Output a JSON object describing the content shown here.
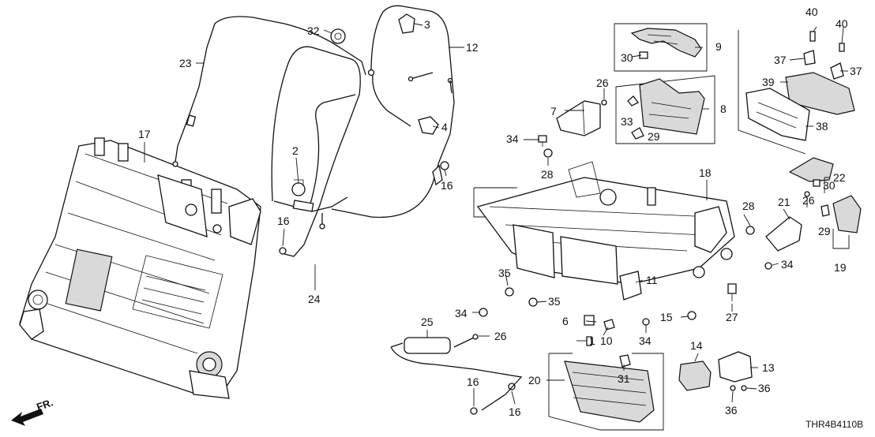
{
  "diagram": {
    "drawing_code": "THR4B4110B",
    "direction_label": "FR.",
    "callouts": [
      {
        "id": "c1",
        "text": "1"
      },
      {
        "id": "c2",
        "text": "2"
      },
      {
        "id": "c3",
        "text": "3"
      },
      {
        "id": "c4",
        "text": "4"
      },
      {
        "id": "c6",
        "text": "6"
      },
      {
        "id": "c7",
        "text": "7"
      },
      {
        "id": "c8",
        "text": "8"
      },
      {
        "id": "c9",
        "text": "9"
      },
      {
        "id": "c10",
        "text": "10"
      },
      {
        "id": "c11",
        "text": "11"
      },
      {
        "id": "c12",
        "text": "12"
      },
      {
        "id": "c13",
        "text": "13"
      },
      {
        "id": "c14",
        "text": "14"
      },
      {
        "id": "c15",
        "text": "15"
      },
      {
        "id": "c16a",
        "text": "16"
      },
      {
        "id": "c16b",
        "text": "16"
      },
      {
        "id": "c16c",
        "text": "16"
      },
      {
        "id": "c16d",
        "text": "16"
      },
      {
        "id": "c17",
        "text": "17"
      },
      {
        "id": "c18",
        "text": "18"
      },
      {
        "id": "c19",
        "text": "19"
      },
      {
        "id": "c20",
        "text": "20"
      },
      {
        "id": "c21",
        "text": "21"
      },
      {
        "id": "c22",
        "text": "22"
      },
      {
        "id": "c23",
        "text": "23"
      },
      {
        "id": "c24",
        "text": "24"
      },
      {
        "id": "c25",
        "text": "25"
      },
      {
        "id": "c26a",
        "text": "26"
      },
      {
        "id": "c26b",
        "text": "26"
      },
      {
        "id": "c26c",
        "text": "26"
      },
      {
        "id": "c27",
        "text": "27"
      },
      {
        "id": "c28a",
        "text": "28"
      },
      {
        "id": "c28b",
        "text": "28"
      },
      {
        "id": "c29a",
        "text": "29"
      },
      {
        "id": "c29b",
        "text": "29"
      },
      {
        "id": "c30a",
        "text": "30"
      },
      {
        "id": "c30b",
        "text": "30"
      },
      {
        "id": "c31",
        "text": "31"
      },
      {
        "id": "c32",
        "text": "32"
      },
      {
        "id": "c33",
        "text": "33"
      },
      {
        "id": "c34a",
        "text": "34"
      },
      {
        "id": "c34b",
        "text": "34"
      },
      {
        "id": "c34c",
        "text": "34"
      },
      {
        "id": "c34d",
        "text": "34"
      },
      {
        "id": "c35a",
        "text": "35"
      },
      {
        "id": "c35b",
        "text": "35"
      },
      {
        "id": "c36a",
        "text": "36"
      },
      {
        "id": "c36b",
        "text": "36"
      },
      {
        "id": "c37a",
        "text": "37"
      },
      {
        "id": "c37b",
        "text": "37"
      },
      {
        "id": "c38",
        "text": "38"
      },
      {
        "id": "c39",
        "text": "39"
      },
      {
        "id": "c40a",
        "text": "40"
      },
      {
        "id": "c40b",
        "text": "40"
      }
    ]
  }
}
